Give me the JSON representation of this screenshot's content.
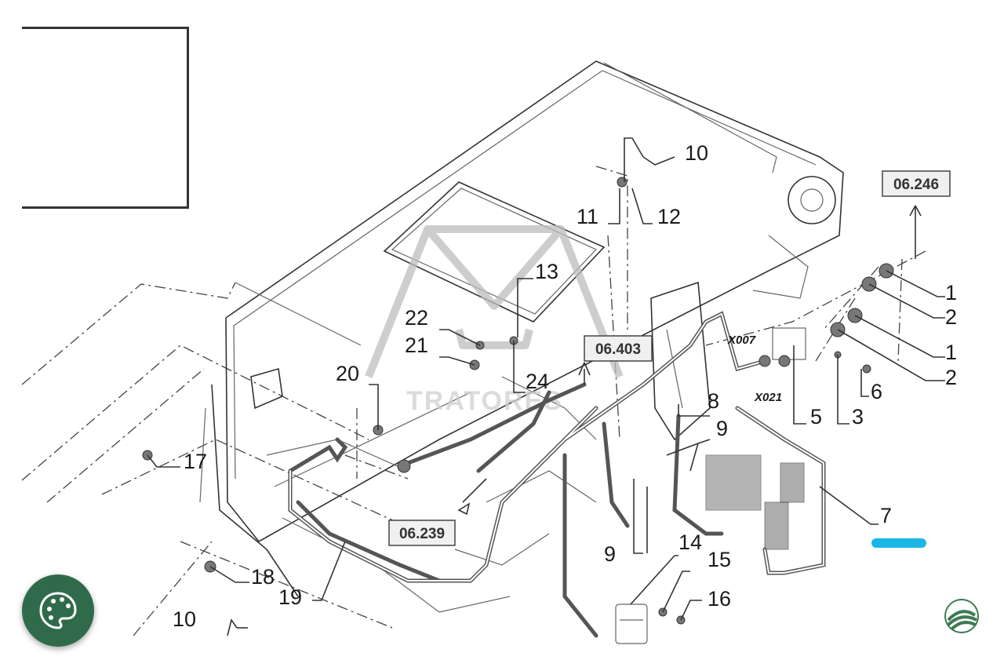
{
  "diagram": {
    "watermark": "TRATORES",
    "reference_boxes": {
      "ref_06_246": "06.246",
      "ref_06_403": "06.403",
      "ref_06_239": "06.239"
    },
    "connector_tags": {
      "x007": "X007",
      "x021": "X021"
    },
    "callouts": {
      "c1a": "1",
      "c1b": "1",
      "c2a": "2",
      "c2b": "2",
      "c3": "3",
      "c5": "5",
      "c6": "6",
      "c7": "7",
      "c8": "8",
      "c9a": "9",
      "c9b": "9",
      "c10a": "10",
      "c10b": "10",
      "c11": "11",
      "c12": "12",
      "c13": "13",
      "c14": "14",
      "c15": "15",
      "c16": "16",
      "c17": "17",
      "c18": "18",
      "c19": "19",
      "c20": "20",
      "c21": "21",
      "c22": "22",
      "c24": "24"
    }
  },
  "ui": {
    "fab_icon": "palette-icon",
    "corner_logo_icon": "brand-logo-icon",
    "accent_color": "#19b6e6",
    "fab_color": "#2f6b4a"
  }
}
